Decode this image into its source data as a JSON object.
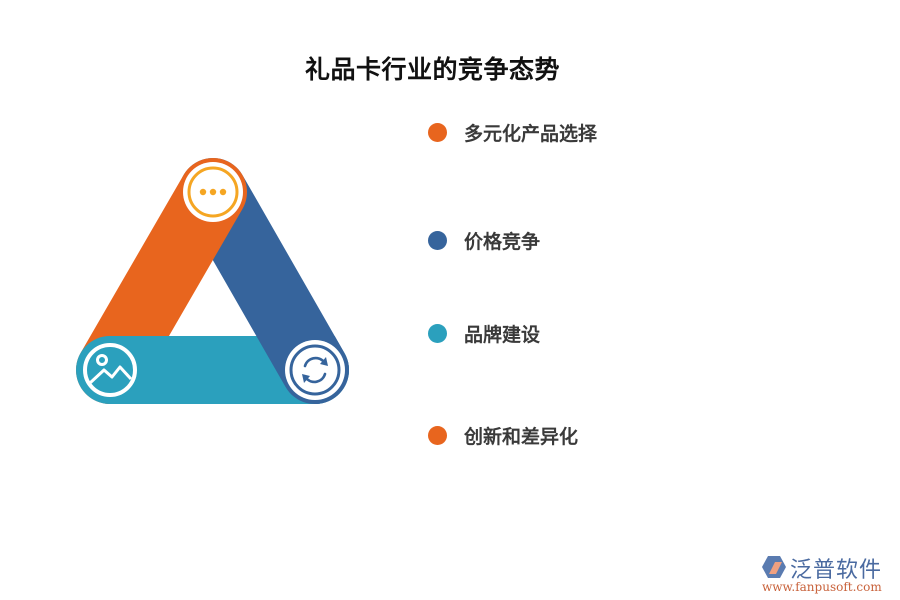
{
  "title": "礼品卡行业的竞争态势",
  "colors": {
    "orange": "#E8651E",
    "blue": "#36649C",
    "teal": "#2BA0BD",
    "icon_yellow": "#F5A623",
    "text_dark": "#3a3a3a",
    "title": "#111111"
  },
  "diagram": {
    "nodes": [
      {
        "position": "top",
        "icon": "more-dots-icon",
        "ring_color": "#F5A623"
      },
      {
        "position": "bottom-left",
        "icon": "image-landscape-icon",
        "ring_color": "#2BA0BD"
      },
      {
        "position": "bottom-right",
        "icon": "refresh-cycle-icon",
        "ring_color": "#36649C"
      }
    ],
    "bands": [
      {
        "from": "top",
        "to": "bottom-left",
        "color": "#E8651E"
      },
      {
        "from": "top",
        "to": "bottom-right",
        "color": "#36649C"
      },
      {
        "from": "bottom-left",
        "to": "bottom-right",
        "color": "#2BA0BD"
      }
    ]
  },
  "legend": {
    "items": [
      {
        "label": "多元化产品选择",
        "color": "#E8651E"
      },
      {
        "label": "价格竞争",
        "color": "#36649C"
      },
      {
        "label": "品牌建设",
        "color": "#2BA0BD"
      },
      {
        "label": "创新和差异化",
        "color": "#E8651E"
      }
    ]
  },
  "watermark": {
    "name": "泛普软件",
    "url": "www.fanpusoft.com"
  }
}
